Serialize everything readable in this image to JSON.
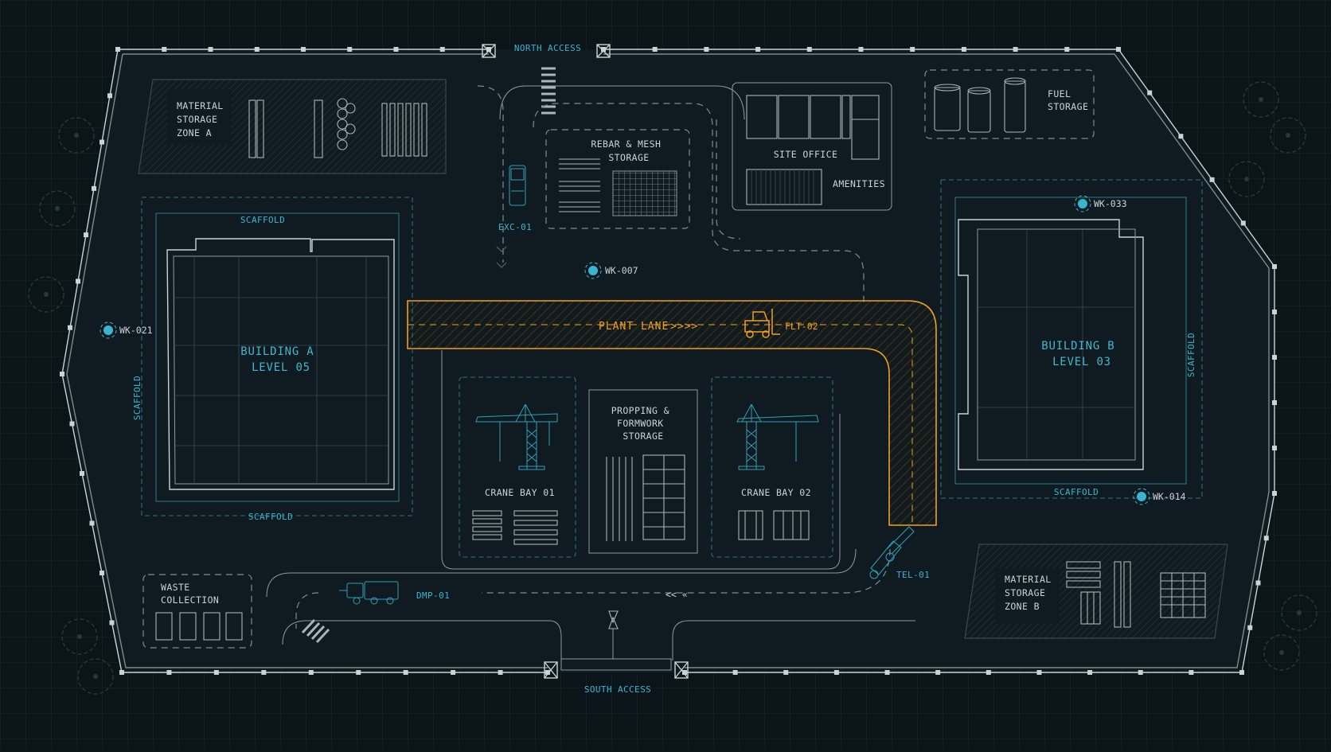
{
  "colors": {
    "background": "#0b1418",
    "linework": "#c9d3d8",
    "cyan_accent": "#39b6cf",
    "plant_lane": "#f0a020"
  },
  "access": {
    "north": "NORTH ACCESS",
    "south": "SOUTH ACCESS"
  },
  "zones": {
    "material_a": [
      "MATERIAL",
      "STORAGE",
      "ZONE A"
    ],
    "material_b": [
      "MATERIAL",
      "STORAGE",
      "ZONE B"
    ],
    "rebar": [
      "REBAR & MESH",
      "STORAGE"
    ],
    "site_office": "SITE OFFICE",
    "amenities": "AMENITIES",
    "fuel": [
      "FUEL",
      "STORAGE"
    ],
    "propping": [
      "PROPPING &",
      "FORMWORK",
      "STORAGE"
    ],
    "crane_bay_1": "CRANE BAY 01",
    "crane_bay_2": "CRANE BAY 02",
    "waste": [
      "WASTE",
      "COLLECTION"
    ]
  },
  "buildings": {
    "a": [
      "BUILDING A",
      "LEVEL 05"
    ],
    "b": [
      "BUILDING B",
      "LEVEL 03"
    ]
  },
  "scaffold_label": "SCAFFOLD",
  "plant_lane": {
    "label": "PLANT LANE",
    "arrows": ">>>>"
  },
  "south_road_arrows": "<< «",
  "vehicles": {
    "excavator": "EXC-01",
    "forklift": "FLT-02",
    "telehandler": "TEL-01",
    "dumper": "DMP-01"
  },
  "workers": [
    "WK-007",
    "WK-021",
    "WK-033",
    "WK-014"
  ],
  "icons": [
    "worker-marker-icon",
    "forklift-icon",
    "excavator-icon",
    "dumper-icon",
    "telehandler-icon",
    "tower-crane-icon",
    "tree-icon",
    "fuel-tank-icon",
    "waste-bin-icon"
  ]
}
